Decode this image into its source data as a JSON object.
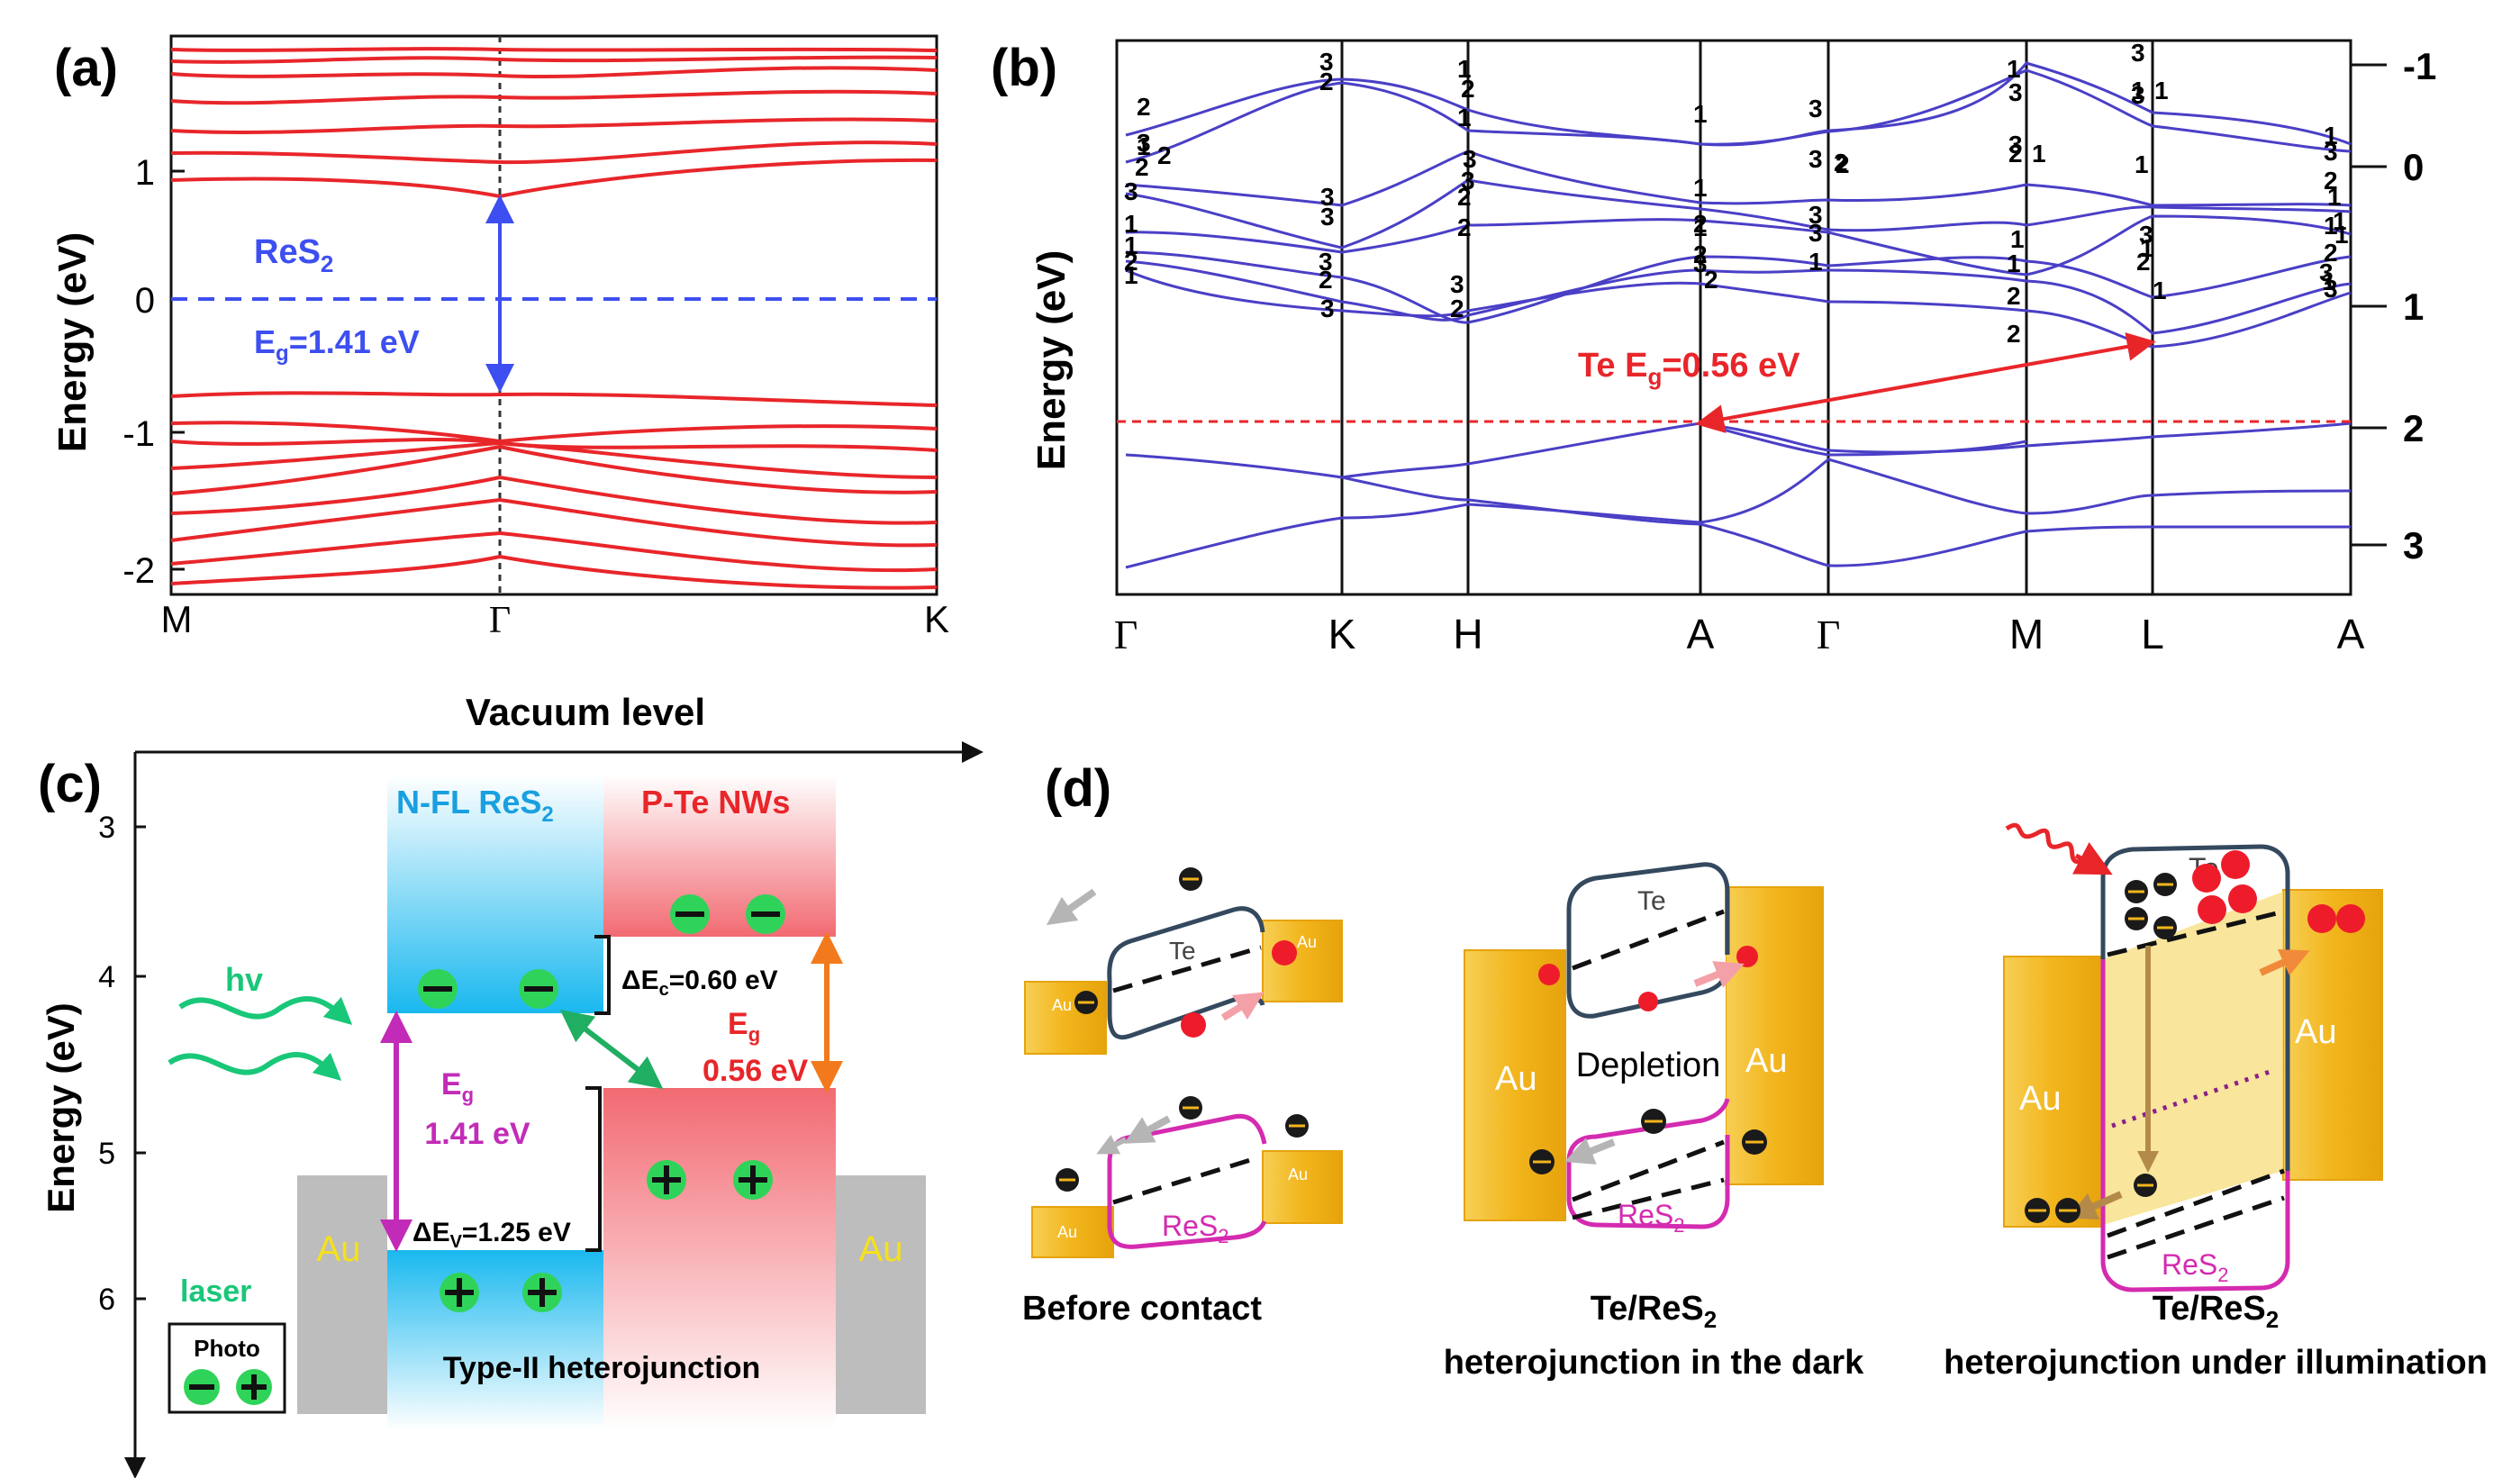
{
  "panel_a": {
    "label": "(a)",
    "ylabel": "Energy (eV)",
    "yticks": [
      "1",
      "0",
      "-1",
      "-2"
    ],
    "kpoints": [
      "M",
      "Γ",
      "K"
    ],
    "material": "ReS",
    "material_sub": "2",
    "gap_prefix": "E",
    "gap_sub": "g",
    "gap_value": "=1.41 eV",
    "colors": {
      "bands": "#e8262a",
      "fermi": "#3d4ff0",
      "arrow": "#3d4ff0"
    }
  },
  "panel_b": {
    "label": "(b)",
    "ylabel": "Energy (eV)",
    "yticks_right": [
      "-1",
      "0",
      "1",
      "2",
      "3"
    ],
    "kpoints": [
      "Γ",
      "K",
      "H",
      "A",
      "Γ",
      "M",
      "L",
      "A"
    ],
    "annotation_prefix": "Te  E",
    "annotation_sub": "g",
    "annotation_value": "=0.56 eV",
    "band_labels": [
      {
        "t": "2"
      },
      {
        "t": "3"
      },
      {
        "t": "2"
      },
      {
        "t": "3"
      },
      {
        "t": "1"
      },
      {
        "t": "1"
      },
      {
        "t": "2"
      },
      {
        "t": "1"
      },
      {
        "t": "1"
      },
      {
        "t": "2"
      },
      {
        "t": "3"
      },
      {
        "t": "2"
      },
      {
        "t": "3"
      },
      {
        "t": "3"
      },
      {
        "t": "3"
      },
      {
        "t": "2"
      },
      {
        "t": "3"
      },
      {
        "t": "1"
      },
      {
        "t": "2"
      },
      {
        "t": "1"
      },
      {
        "t": "3"
      },
      {
        "t": "3"
      },
      {
        "t": "2"
      },
      {
        "t": "2"
      },
      {
        "t": "3"
      },
      {
        "t": "2"
      },
      {
        "t": "1"
      },
      {
        "t": "1"
      },
      {
        "t": "2"
      },
      {
        "t": "1"
      },
      {
        "t": "2"
      },
      {
        "t": "3"
      },
      {
        "t": "2"
      },
      {
        "t": "3"
      },
      {
        "t": "3"
      },
      {
        "t": "3"
      },
      {
        "t": "3"
      },
      {
        "t": "1"
      },
      {
        "t": "2"
      },
      {
        "t": "2"
      },
      {
        "t": "1"
      },
      {
        "t": "3"
      },
      {
        "t": "3"
      },
      {
        "t": "2"
      },
      {
        "t": "1"
      },
      {
        "t": "1"
      },
      {
        "t": "2"
      },
      {
        "t": "2"
      },
      {
        "t": "1"
      },
      {
        "t": "3"
      },
      {
        "t": "3"
      },
      {
        "t": "1"
      },
      {
        "t": "1"
      },
      {
        "t": "1"
      },
      {
        "t": "3"
      },
      {
        "t": "1"
      },
      {
        "t": "2"
      },
      {
        "t": "1"
      },
      {
        "t": "3"
      },
      {
        "t": "2"
      },
      {
        "t": "1"
      },
      {
        "t": "1"
      },
      {
        "t": "2"
      },
      {
        "t": "1"
      },
      {
        "t": "3"
      },
      {
        "t": "1"
      },
      {
        "t": "1"
      },
      {
        "t": "1"
      },
      {
        "t": "3"
      }
    ],
    "colors": {
      "bands": "#4a3fc6",
      "fermi": "#e8262a",
      "arrow": "#e8262a"
    }
  },
  "panel_c": {
    "label": "(c)",
    "xlabel": "Vacuum level",
    "ylabel": "Energy (eV)",
    "yticks": [
      "3",
      "4",
      "5",
      "6"
    ],
    "res2_label": "N-FL ReS",
    "res2_sub": "2",
    "te_label": "P-Te NWs",
    "delta_ec": "ΔE",
    "delta_ec_sub": "c",
    "delta_ec_value": "=0.60 eV",
    "delta_ev": "ΔE",
    "delta_ev_sub": "V",
    "delta_ev_value": "=1.25 eV",
    "eg_te_prefix": "E",
    "eg_te_sub": "g",
    "eg_te_value": "0.56 eV",
    "eg_res2_prefix": "E",
    "eg_res2_sub": "g",
    "eg_res2_value": "1.41 eV",
    "hv": "hv",
    "laser": "laser",
    "au_left": "Au",
    "au_right": "Au",
    "photo_label": "Photo",
    "junction_label": "Type-II heterojunction",
    "colors": {
      "res2": "#19b8ef",
      "te": "#f26a72",
      "carrier": "#2fd35a",
      "au": "#bdbdbd",
      "au_text": "#f5e11a",
      "eg_res2": "#c22bb7",
      "eg_te": "#f27a1c",
      "hv": "#19c779"
    }
  },
  "panel_d": {
    "label": "(d)",
    "te": "Te",
    "res2": "ReS",
    "res2_sub": "2",
    "au": "Au",
    "depletion": "Depletion",
    "caption1": "Before contact",
    "caption2_line1": "Te/ReS",
    "caption2_sub": "2",
    "caption2_line2": "heterojunction in the dark",
    "caption3_line1": "Te/ReS",
    "caption3_sub": "2",
    "caption3_line2": "heterojunction under illumination",
    "colors": {
      "gold": "#f2b51c",
      "te_outline": "#34495e",
      "res2_outline": "#d42bb0",
      "hole": "#ee1c2b",
      "electron": "#1a1a1a"
    }
  }
}
